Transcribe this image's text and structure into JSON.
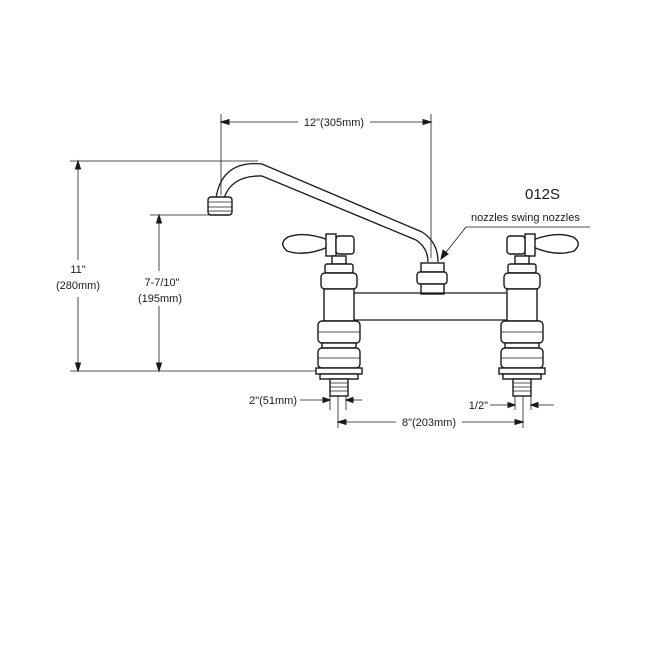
{
  "model": "012S",
  "callout": "nozzles swing nozzles",
  "dimensions": {
    "spout_reach": "12\"(305mm)",
    "overall_height_in": "11\"",
    "overall_height_mm": "(280mm)",
    "spout_height_in": "7-7/10\"",
    "spout_height_mm": "(195mm)",
    "shank_length": "2\"(51mm)",
    "center_spacing": "8\"(203mm)",
    "inlet_size": "1/2\""
  },
  "colors": {
    "line": "#1a1a1a",
    "background": "#ffffff"
  }
}
